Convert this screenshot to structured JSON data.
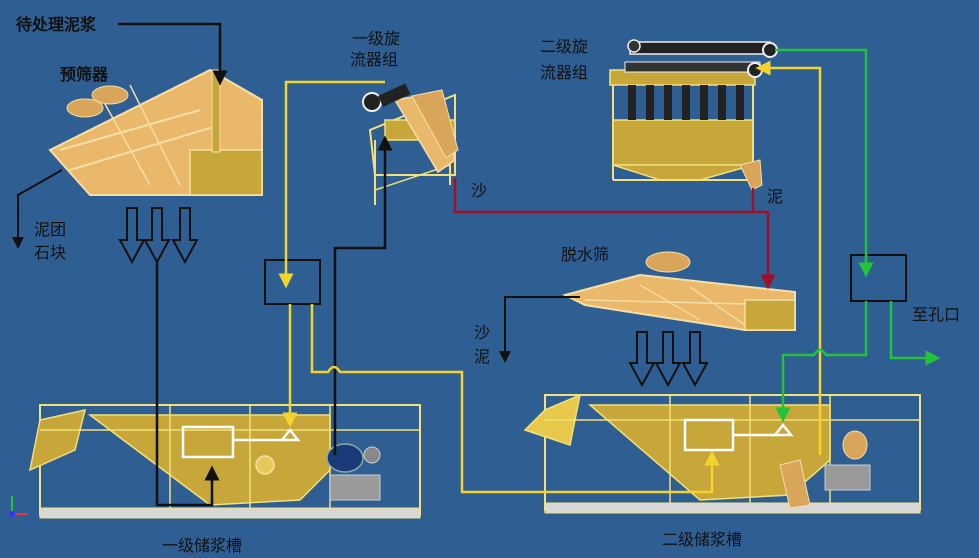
{
  "labels": {
    "input_mud": "待处理泥浆",
    "pre_screen": "预筛器",
    "mud_lumps_1": "泥团",
    "mud_lumps_2": "石块",
    "primary_cyclone_1": "一级旋",
    "primary_cyclone_2": "流器组",
    "secondary_cyclone_1": "二级旋",
    "secondary_cyclone_2": "流器组",
    "sand": "沙",
    "mud": "泥",
    "dewatering_screen": "脱水筛",
    "sand_mud_1": "沙",
    "sand_mud_2": "泥",
    "to_borehole": "至孔口",
    "primary_tank": "一级储浆槽",
    "secondary_tank": "二级储浆槽"
  },
  "colors": {
    "background": "#2f5e93",
    "equipment": "#e9b86a",
    "frame": "#f2e07a",
    "tank": "#c7a63a",
    "yellow_line": "#f4d42a",
    "red_line": "#a0102a",
    "green_line": "#22c23a",
    "black_line": "#111111"
  }
}
